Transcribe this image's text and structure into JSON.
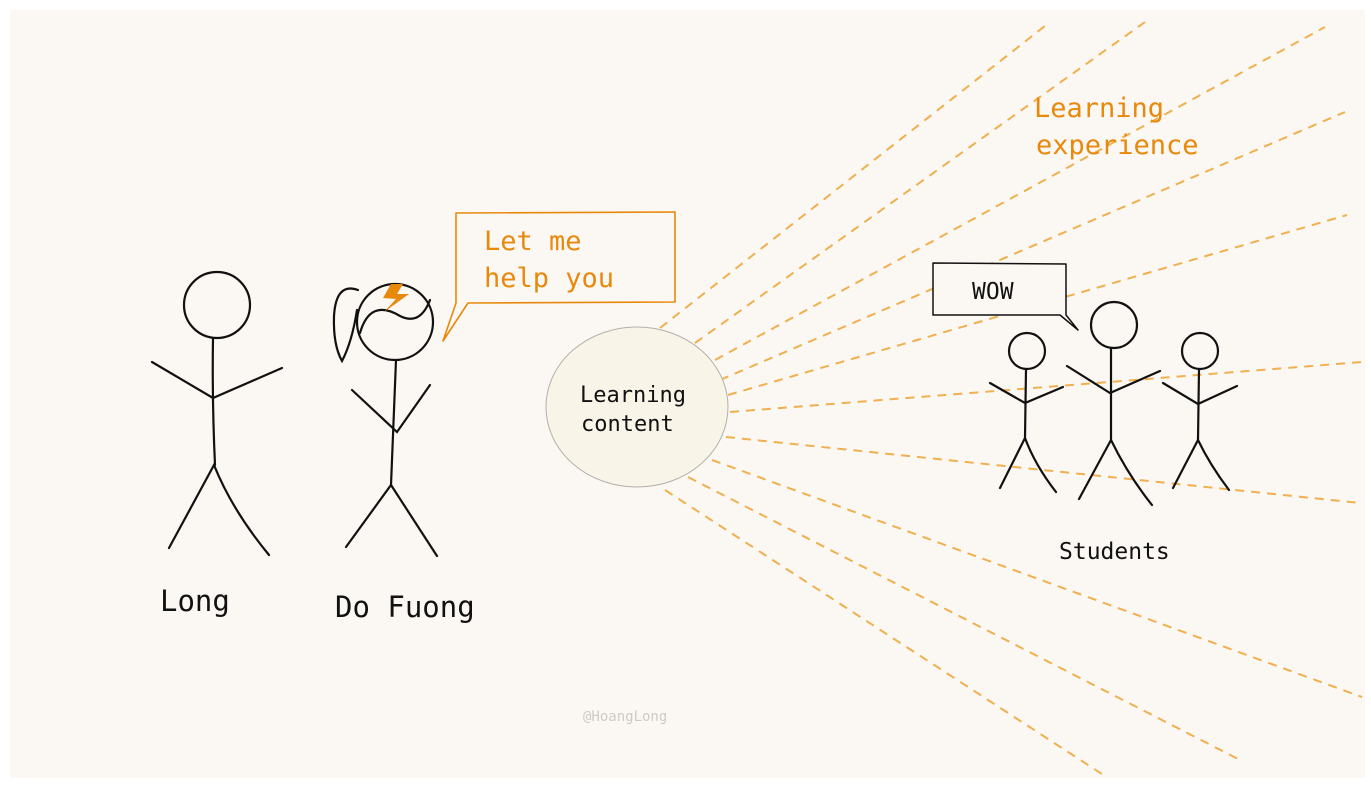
{
  "colors": {
    "background": "#fbf7f3",
    "accent": "#e8890c",
    "ray": "#f0b04f",
    "ink": "#111111",
    "bubble_fill": "#f8f4e8",
    "watermark": "#cfcac4"
  },
  "characters": {
    "long": {
      "name": "Long"
    },
    "do_fuong": {
      "name": "Do Fuong",
      "speech": [
        "Let me",
        "help you"
      ]
    }
  },
  "content": {
    "lines": [
      "Learning",
      "content"
    ]
  },
  "experience": {
    "lines": [
      "Learning",
      "experience"
    ]
  },
  "students": {
    "label": "Students",
    "speech": "WOW"
  },
  "watermark": "@HoangLong"
}
